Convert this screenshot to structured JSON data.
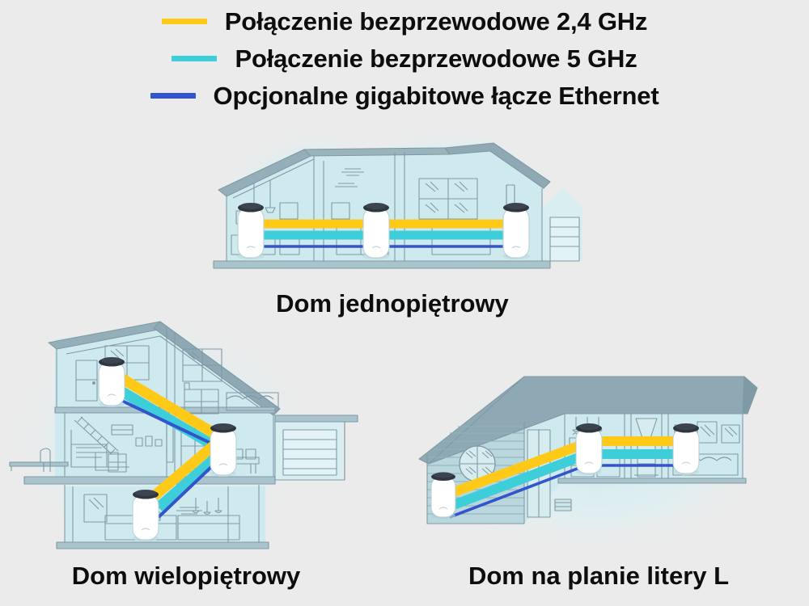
{
  "background": {
    "page_color": "#ebebeb",
    "glow_color": "#d6eef0"
  },
  "legend": {
    "items": [
      {
        "id": "wifi-24",
        "label": "Połączenie bezprzewodowe 2,4 GHz",
        "color": "#ffc917",
        "swatch_name": "legend-swatch-wifi-24ghz"
      },
      {
        "id": "wifi-5",
        "label": "Połączenie bezprzewodowe 5 GHz",
        "color": "#3dced9",
        "swatch_name": "legend-swatch-wifi-5ghz"
      },
      {
        "id": "ethernet",
        "label": "Opcjonalne gigabitowe łącze Ethernet",
        "color": "#3355cc",
        "swatch_name": "legend-swatch-ethernet"
      }
    ]
  },
  "scenes": [
    {
      "id": "single-story",
      "caption": "Dom jednopiętrowy",
      "unit_count": 3,
      "link_colors": [
        "#ffc917",
        "#3dced9",
        "#3355cc"
      ]
    },
    {
      "id": "multi-story",
      "caption": "Dom wielopiętrowy",
      "unit_count": 3,
      "link_colors": [
        "#ffc917",
        "#3dced9",
        "#3355cc"
      ]
    },
    {
      "id": "l-shaped",
      "caption": "Dom na planie litery L",
      "unit_count": 3,
      "link_colors": [
        "#ffc917",
        "#3dced9",
        "#3355cc"
      ]
    }
  ],
  "palette": {
    "wall_stroke": "#7f9aa5",
    "wall_fill": "#b9d7dd",
    "roof_fill": "#8ea9b4",
    "interior_fill": "#cfeaee",
    "furniture_stroke": "#6f95a0",
    "device_body": "#ffffff",
    "device_cap": "#2f3640",
    "device_shadow": "#d8e6ea"
  }
}
